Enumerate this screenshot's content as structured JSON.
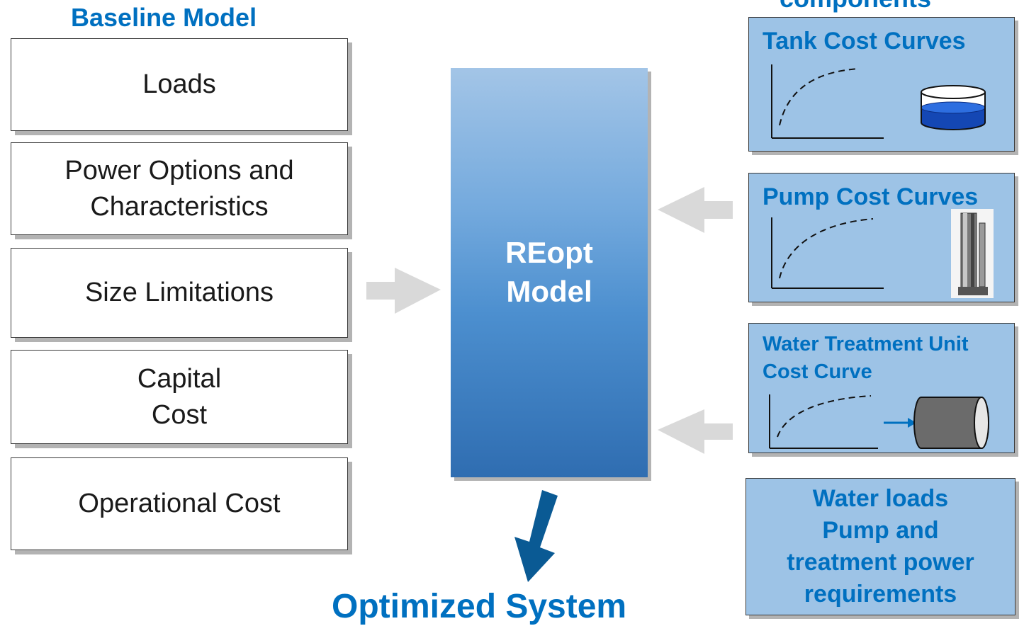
{
  "left_heading": "Baseline Model",
  "right_heading": "components",
  "bottom_heading": "Optimized System",
  "baseline_items": [
    "Loads",
    "Power Options and\nCharacteristics",
    "Size Limitations",
    "Capital\nCost",
    "Operational Cost"
  ],
  "center_model": "REopt\nModel",
  "components": {
    "tank": "Tank Cost Curves",
    "pump": "Pump Cost Curves",
    "water_treatment": "Water Treatment Unit\nCost Curve"
  },
  "water_loads": "Water loads\nPump and\ntreatment power\nrequirements",
  "colors": {
    "heading_blue": "#0070c0",
    "component_fill": "#9dc3e6",
    "arrow_gray": "#d9d9d9",
    "output_arrow": "#0a5a94"
  }
}
